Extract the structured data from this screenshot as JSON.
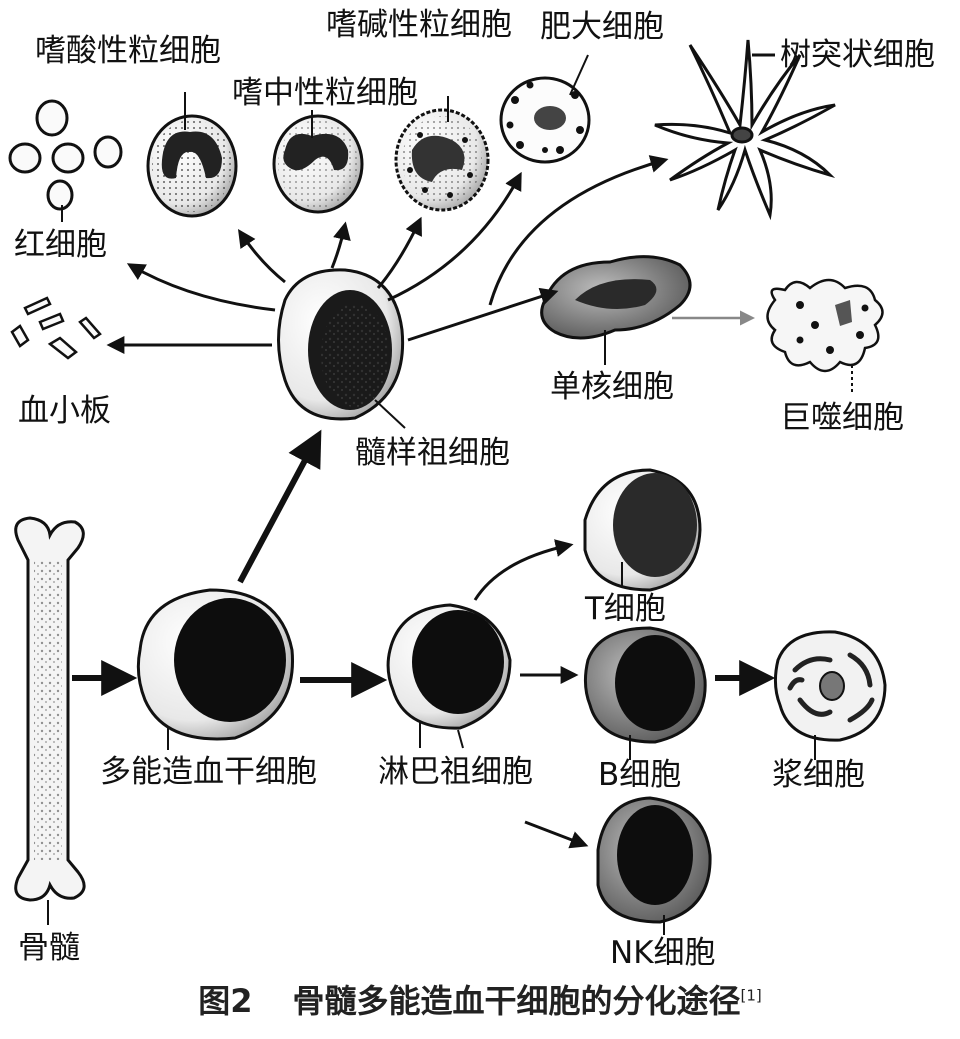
{
  "labels": {
    "eosinophil": "嗜酸性粒细胞",
    "basophil": "嗜碱性粒细胞",
    "mast_cell": "肥大细胞",
    "dendritic_cell": "树突状细胞",
    "neutrophil": "嗜中性粒细胞",
    "red_blood_cell": "红细胞",
    "platelet": "血小板",
    "monocyte": "单核细胞",
    "macrophage": "巨噬细胞",
    "myeloid_progenitor": "髓样祖细胞",
    "t_cell": "T细胞",
    "hematopoietic_stem_cell": "多能造血干细胞",
    "lymphoid_progenitor": "淋巴祖细胞",
    "b_cell": "B细胞",
    "plasma_cell": "浆细胞",
    "bone_marrow": "骨髓",
    "nk_cell": "NK细胞"
  },
  "caption": {
    "figure_number": "图2",
    "title": "骨髓多能造血干细胞的分化途径",
    "reference": "[1]"
  }
}
